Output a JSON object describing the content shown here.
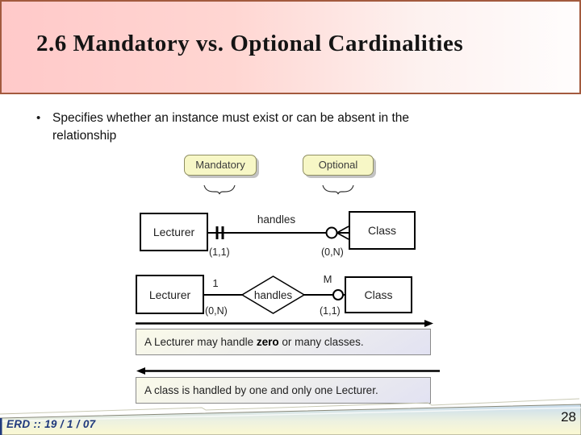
{
  "title": "2.6 Mandatory vs. Optional Cardinalities",
  "bullet_marker": "•",
  "bullet": "Specifies whether an instance must exist or can be absent in the relationship",
  "badges": {
    "mandatory": "Mandatory",
    "optional": "Optional"
  },
  "erd_mandatory": {
    "left_entity": "Lecturer",
    "relationship": "handles",
    "right_entity": "Class",
    "left_cardinality": "(1,1)",
    "right_cardinality": "(0,N)"
  },
  "erd_optional": {
    "left_entity": "Lecturer",
    "relationship": "handles",
    "right_entity": "Class",
    "left_multiplicity": "1",
    "right_multiplicity": "M",
    "left_cardinality": "(0,N)",
    "right_cardinality": "(1,1)"
  },
  "notes": {
    "note1_prefix": "A Lecturer may handle ",
    "note1_bold": "zero",
    "note1_suffix": " or many classes.",
    "note2": "A class is handled by one and only one Lecturer."
  },
  "footer": {
    "left": "ERD :: 19 / 1 / 07",
    "page_number": "28"
  },
  "colors": {
    "banner_pink": "#ffc9c9",
    "banner_border": "#a35a3e",
    "badge_fill": "#f7f7c6",
    "note_yellow": "#fafae9",
    "note_lavender": "#e2e2f2",
    "footer_blue": "#c8dcee",
    "footer_yellow": "#fcf9d2",
    "footer_text": "#203a7d"
  }
}
